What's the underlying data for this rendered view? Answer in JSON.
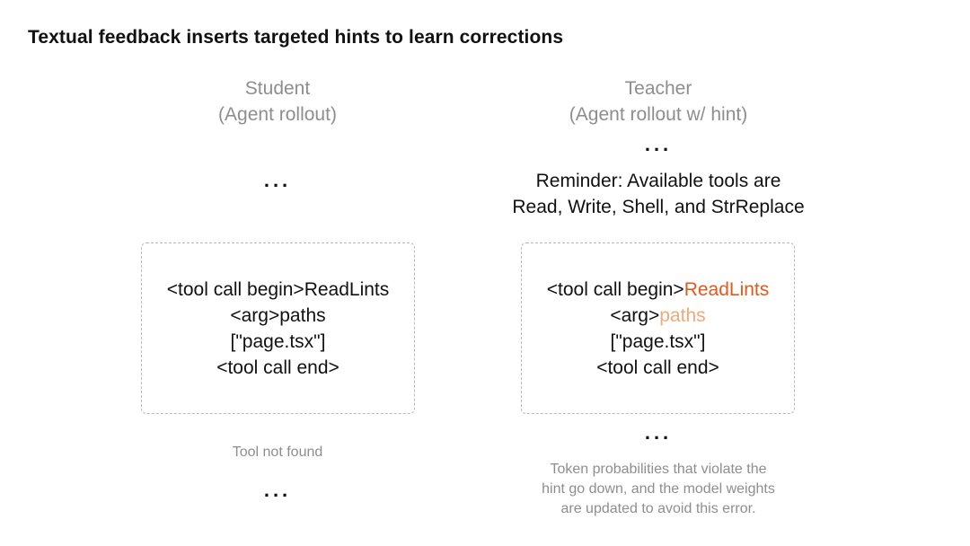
{
  "title": "Textual feedback inserts targeted hints to learn corrections",
  "student": {
    "heading_line1": "Student",
    "heading_line2": "(Agent rollout)",
    "ellipsis_top": "...",
    "code": {
      "line1_prefix": "<tool call begin>",
      "line1_tool": "ReadLints",
      "line2_prefix": "<arg>",
      "line2_arg": "paths",
      "line3": "[\"page.tsx\"]",
      "line4": "<tool call end>"
    },
    "result": "Tool not found",
    "ellipsis_bottom": "..."
  },
  "teacher": {
    "heading_line1": "Teacher",
    "heading_line2": "(Agent rollout w/ hint)",
    "ellipsis_top": "...",
    "reminder_line1": "Reminder: Available tools are",
    "reminder_line2": "Read, Write, Shell, and StrReplace",
    "code": {
      "line1_prefix": "<tool call begin>",
      "line1_tool": "ReadLints",
      "line2_prefix": "<arg>",
      "line2_arg": "paths",
      "line3": "[\"page.tsx\"]",
      "line4": "<tool call end>"
    },
    "ellipsis_bottom": "...",
    "note_line1": "Token probabilities that violate the",
    "note_line2": "hint go down, and the model weights",
    "note_line3": "are updated to avoid this error."
  },
  "colors": {
    "highlight_strong": "#e2591b",
    "highlight_soft": "#f0a97a",
    "muted_text": "#8e8e8e",
    "box_border": "#b9b9b9"
  }
}
